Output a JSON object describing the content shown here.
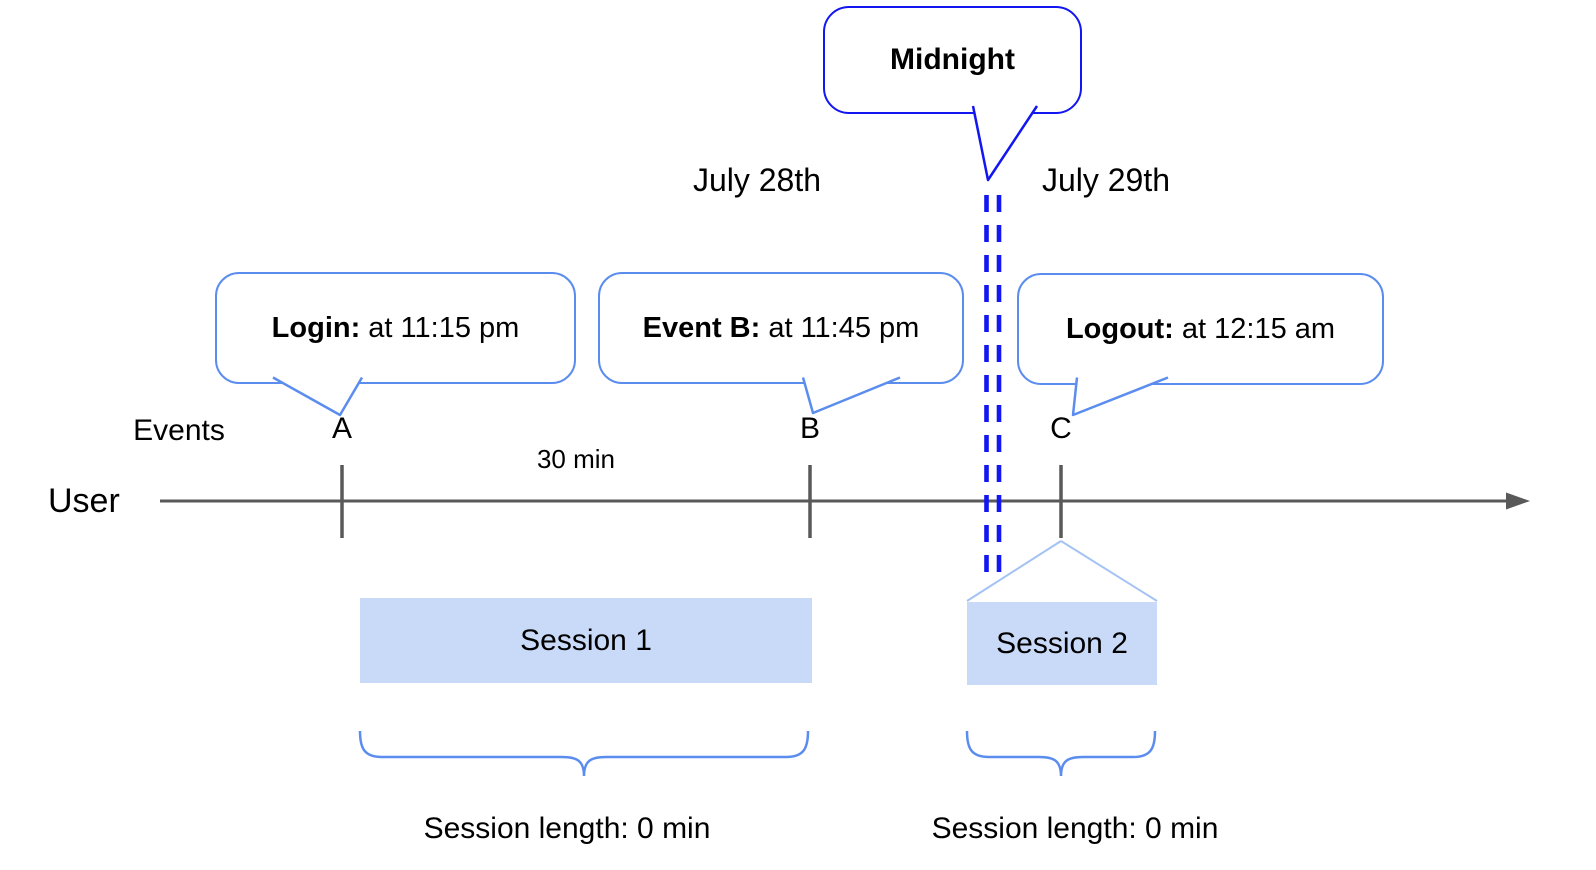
{
  "colors": {
    "strong_blue": "#1216f0",
    "callout_blue": "#5b8def",
    "connector_blue": "#a4c2f4",
    "session_fill": "#c9daf8",
    "line_gray": "#595959"
  },
  "midnight_callout": {
    "label": "Midnight"
  },
  "dates": {
    "left": "July 28th",
    "right": "July 29th"
  },
  "event_callouts": [
    {
      "id": "login",
      "bold": "Login:",
      "rest": " at 11:15 pm"
    },
    {
      "id": "event-b",
      "bold": "Event B:",
      "rest": " at 11:45 pm"
    },
    {
      "id": "logout",
      "bold": "Logout:",
      "rest": " at 12:15 am"
    }
  ],
  "timeline": {
    "events_label": "Events",
    "user_label": "User",
    "interval_label": "30 min",
    "event_marks": [
      "A",
      "B",
      "C"
    ]
  },
  "sessions": [
    {
      "label": "Session 1",
      "length_label": "Session length: 0 min"
    },
    {
      "label": "Session 2",
      "length_label": "Session length: 0 min"
    }
  ]
}
